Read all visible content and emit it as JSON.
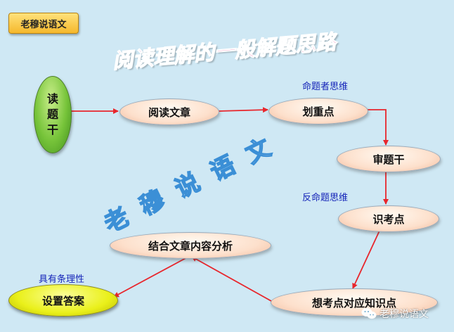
{
  "badge": "老穆说语文",
  "title": "阅读理解的一般解题思路",
  "watermark": "老穆说语文",
  "nodes": {
    "read_stem": [
      "读",
      "题",
      "干"
    ],
    "read_article": "阅读文章",
    "mark_key_points": "划重点",
    "review_stem": "审题干",
    "identify_points": "识考点",
    "think_knowledge": "想考点对应知识点",
    "combine_content": "结合文章内容分析",
    "set_answer": "设置答案"
  },
  "labels": {
    "setter_thinking": "命题者思维",
    "reverse_thinking": "反命题思维",
    "organized": "具有条理性"
  },
  "footer": "老穆说语文",
  "colors": {
    "arrow": "#e8262c",
    "background": "#cfe8f4",
    "title": "#e8207e",
    "label": "#1524b8"
  }
}
